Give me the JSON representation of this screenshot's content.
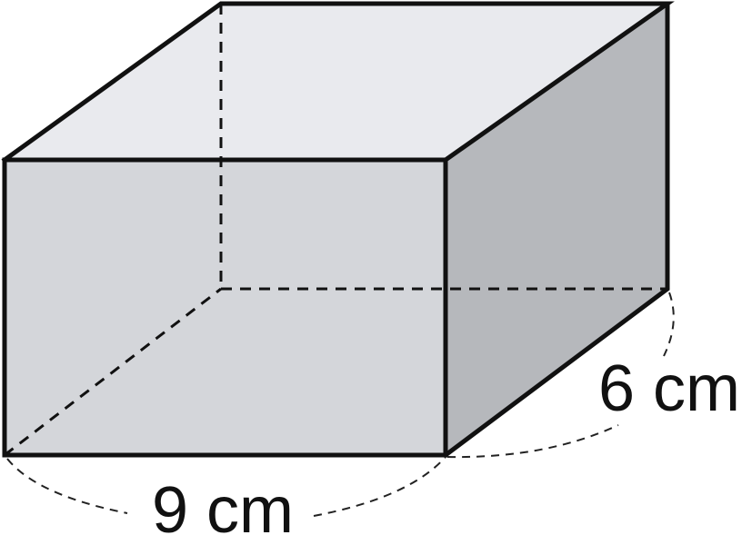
{
  "figure": {
    "type": "rectangular-prism",
    "colors": {
      "front_face": "#d4d6da",
      "top_face": "#e9eaee",
      "side_face": "#b6b8bc",
      "edges": "#111111"
    }
  },
  "labels": {
    "length": "9 cm",
    "depth": "6 cm"
  }
}
